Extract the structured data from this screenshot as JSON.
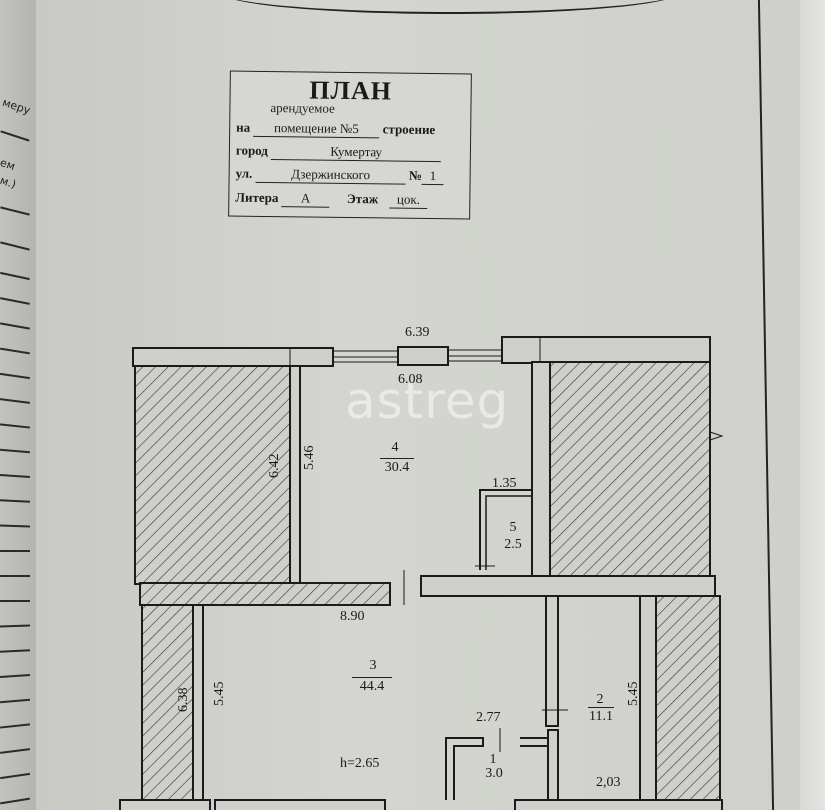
{
  "document": {
    "type": "floor-plan",
    "stamp": {
      "title": "ПЛАН",
      "subtitle": "арендуемое",
      "line1_label": "на",
      "line1_value": "помещение №5",
      "line1_suffix": "строение",
      "city_label": "город",
      "city_value": "Кумертау",
      "street_label": "ул.",
      "street_value": "Дзержинского",
      "number_label": "№",
      "number_value": "1",
      "litera_label": "Литера",
      "litera_value": "А",
      "floor_label": "Этаж",
      "floor_value": "цок."
    },
    "left_page": {
      "text1": "меру",
      "text2": "ем",
      "text3": "м.)"
    },
    "watermark": "astreg",
    "dimensions": {
      "top_outer": "6.39",
      "top_inner": "6.08",
      "room4_left_outer": "6.42",
      "room4_left_inner": "5.46",
      "room5_width": "1.35",
      "middle_width": "8.90",
      "room3_left_outer": "6.38",
      "room3_left_inner": "5.45",
      "room2_right": "5.45",
      "room1_width": "2.77",
      "bottom_right": "2,03",
      "ceiling_height": "h=2.65"
    },
    "rooms": [
      {
        "number": "4",
        "area": "30.4"
      },
      {
        "number": "5",
        "area": "2.5"
      },
      {
        "number": "3",
        "area": "44.4"
      },
      {
        "number": "2",
        "area": "11.1"
      },
      {
        "number": "1",
        "area": "3.0"
      }
    ]
  }
}
